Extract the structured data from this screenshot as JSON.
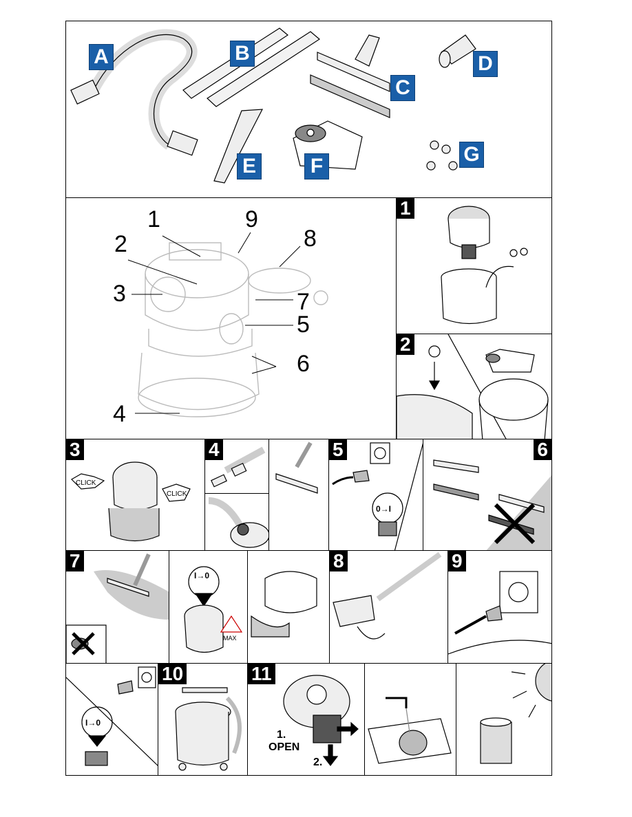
{
  "parts": {
    "A": "A",
    "B": "B",
    "C": "C",
    "D": "D",
    "E": "E",
    "F": "F",
    "G": "G"
  },
  "overview": {
    "callouts": [
      "1",
      "2",
      "3",
      "4",
      "5",
      "6",
      "7",
      "8",
      "9"
    ]
  },
  "steps": {
    "s1": "1",
    "s2": "2",
    "s3": "3",
    "s4": "4",
    "s5": "5",
    "s6": "6",
    "s7": "7",
    "s8": "8",
    "s9": "9",
    "s10": "10",
    "s11": "11"
  },
  "texts": {
    "click1": "CLICK",
    "click2": "CLICK",
    "switch_on": "0→I",
    "switch_off_a": "I→0",
    "switch_off_b": "I→0",
    "max": "MAX",
    "open_step": "1.",
    "open_label": "OPEN",
    "second_step": "2."
  }
}
